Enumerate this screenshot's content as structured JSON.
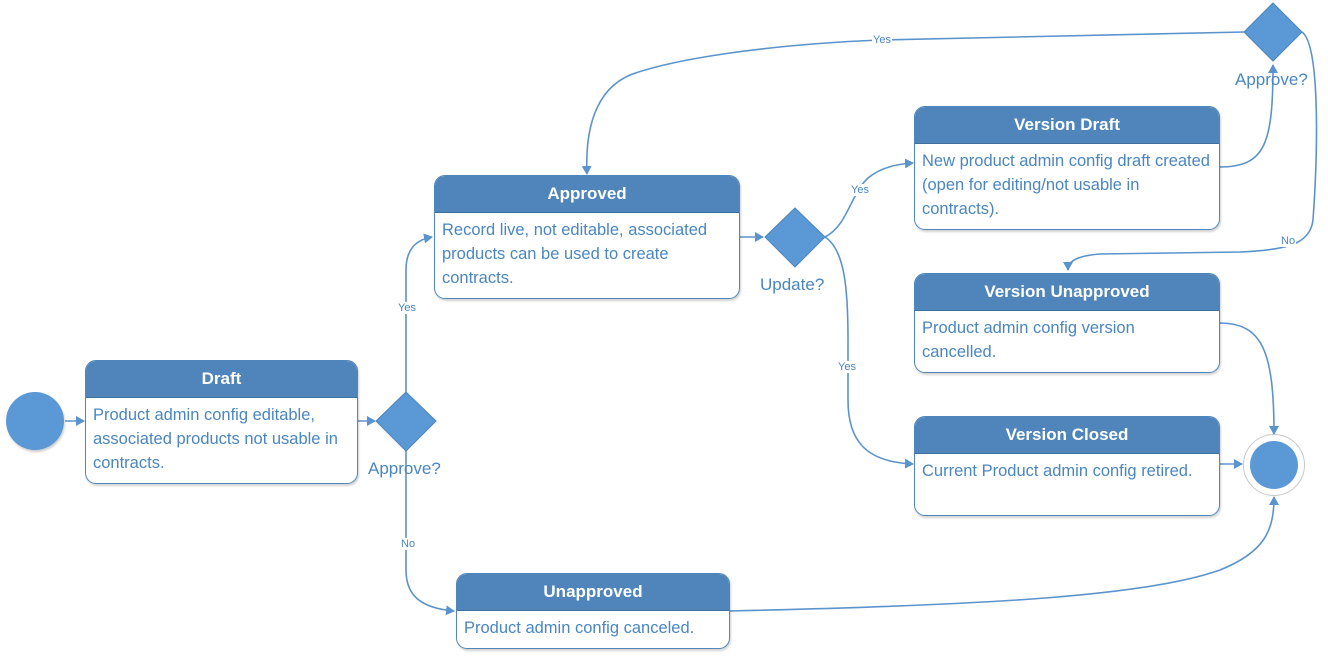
{
  "colors": {
    "header_fill": "#4f85bb",
    "line": "#5b93cc",
    "text": "#4a86c1",
    "node_fill": "#5b98d6"
  },
  "states": {
    "draft": {
      "title": "Draft",
      "description": "Product admin config editable, associated products not usable in contracts."
    },
    "approved": {
      "title": "Approved",
      "description": "Record live, not editable, associated products can be used to create contracts."
    },
    "unapproved": {
      "title": "Unapproved",
      "description": "Product admin config canceled."
    },
    "version_draft": {
      "title": "Version Draft",
      "description": "New product admin config draft created (open for editing/not usable in contracts)."
    },
    "version_unapproved": {
      "title": "Version Unapproved",
      "description": "Product admin config version cancelled."
    },
    "version_closed": {
      "title": "Version Closed",
      "description": "Current Product admin config retired."
    }
  },
  "decisions": {
    "approve_1": "Approve?",
    "update": "Update?",
    "approve_2": "Approve?"
  },
  "edge_labels": {
    "approve1_yes": "Yes",
    "approve1_no": "No",
    "update_yes_draft": "Yes",
    "update_yes_closed": "Yes",
    "approve2_yes": "Yes",
    "approve2_no": "No"
  }
}
